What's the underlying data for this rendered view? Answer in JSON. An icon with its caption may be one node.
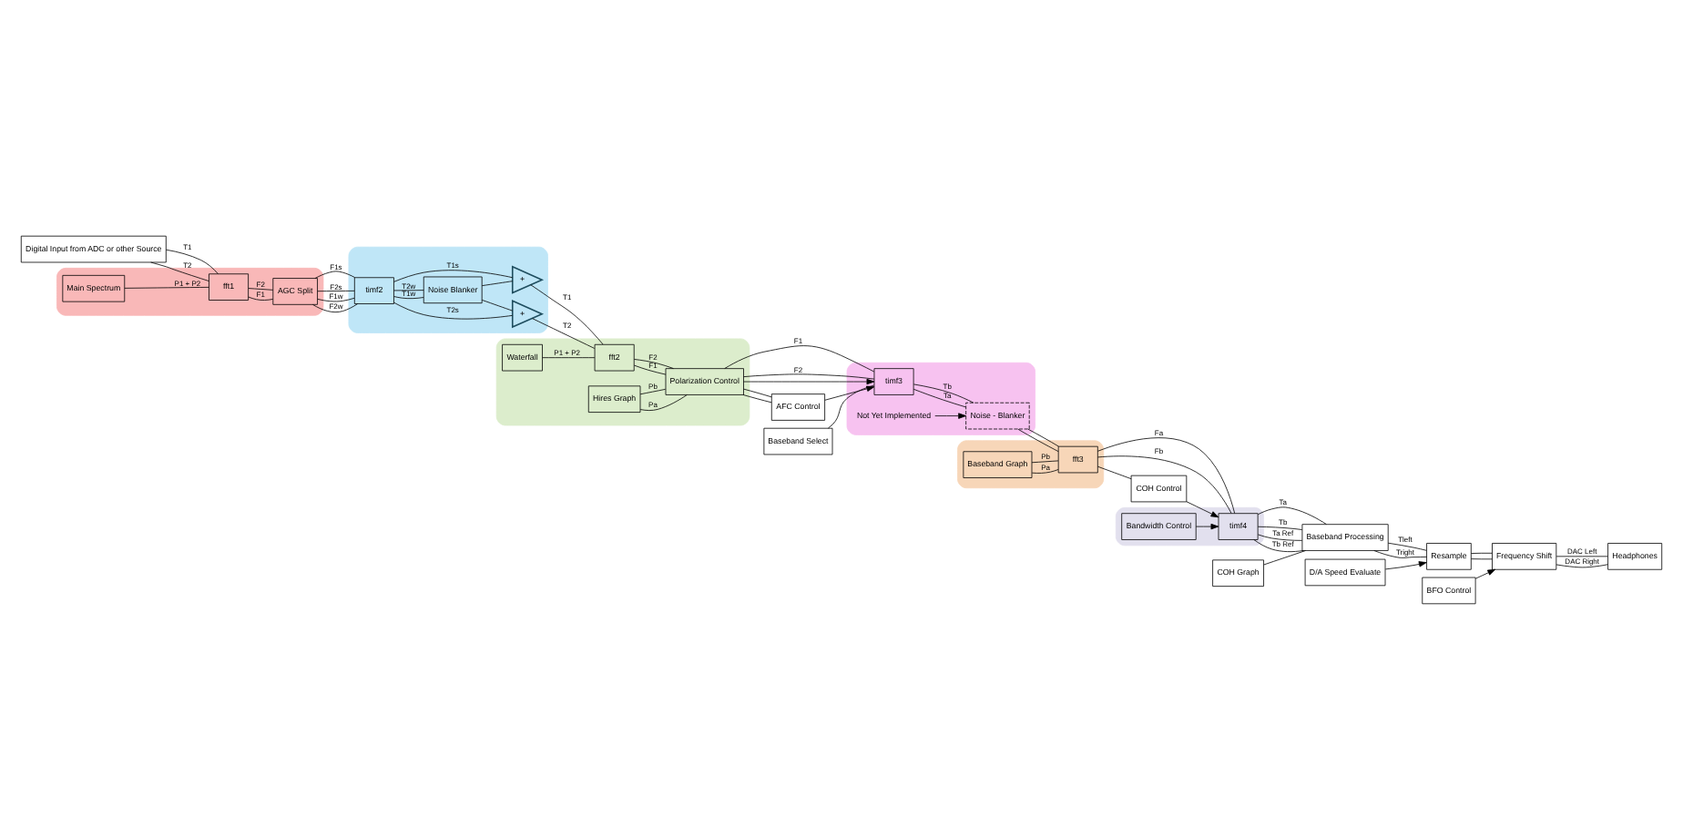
{
  "diagram": {
    "nodes": [
      {
        "text": [
          "Digital Input from ADC or other Source"
        ]
      },
      {
        "text": [],
        "shape": "band"
      },
      {
        "text": [
          "Main Spectrum"
        ],
        "in": 1
      },
      {
        "text": [
          "fft1"
        ],
        "in": 1
      },
      {
        "text": [
          "AGC Split"
        ],
        "in": 1
      },
      {
        "text": [],
        "shape": "band"
      },
      {
        "text": [
          "timf2"
        ],
        "in": 5
      },
      {
        "text": [
          "Noise Blanker"
        ],
        "in": 5
      },
      {
        "text": [
          "+"
        ],
        "in": 5
      },
      {
        "text": [
          "+"
        ],
        "in": 5
      },
      {
        "text": [],
        "shape": "band"
      },
      {
        "text": [
          "Waterfall"
        ],
        "in": 10
      },
      {
        "text": [
          "Hires Graph"
        ],
        "in": 10
      },
      {
        "text": [
          "fft2"
        ],
        "in": 10
      },
      {
        "text": [
          "Polarization Control"
        ],
        "in": 10
      },
      {
        "text": [
          "Baseband Select"
        ]
      },
      {
        "text": [],
        "shape": "band"
      },
      {
        "text": [
          "timf3"
        ],
        "in": 16
      },
      {
        "text": [
          "Noise - Blanker"
        ],
        "in": 16
      },
      {
        "text": [
          "Not Yet Implemented"
        ],
        "in": 16
      },
      {
        "text": [
          "AFC Control"
        ]
      },
      {
        "text": [],
        "shape": "band"
      },
      {
        "text": [
          "Baseband Graph"
        ],
        "in": 21
      },
      {
        "text": [
          "fft3"
        ],
        "in": 21
      },
      {
        "text": [],
        "shape": "band"
      },
      {
        "text": [
          "Bandwidth Control"
        ],
        "in": 24
      },
      {
        "text": [
          "timf4"
        ],
        "in": 24
      },
      {
        "text": [
          "COH Control"
        ]
      },
      {
        "text": [
          "COH Graph"
        ]
      },
      {
        "text": [
          "Baseband Processing"
        ]
      },
      {
        "text": [
          "D/A Speed Evaluate"
        ]
      },
      {
        "text": [
          "Resample"
        ]
      },
      {
        "text": [
          "BFO Control"
        ]
      },
      {
        "text": [
          "Frequency Shift"
        ]
      },
      {
        "text": [
          "Headphones"
        ]
      }
    ],
    "edges": [
      {
        "from": 0,
        "to": 3,
        "arrow": "none",
        "label": "T1"
      },
      {
        "from": 0,
        "to": 3,
        "arrow": "none",
        "label": "T2"
      },
      {
        "from": 2,
        "to": 3,
        "arrow": "none",
        "label": "P1 + P2"
      },
      {
        "from": 3,
        "to": 4,
        "arrow": "none",
        "label": "F1"
      },
      {
        "from": 3,
        "to": 4,
        "arrow": "none",
        "label": "F2"
      },
      {
        "from": 4,
        "to": 6,
        "arrow": "none",
        "label": "F1s"
      },
      {
        "from": 4,
        "to": 6,
        "arrow": "none",
        "label": "F2s"
      },
      {
        "from": 4,
        "to": 6,
        "arrow": "none",
        "label": "F1w"
      },
      {
        "from": 4,
        "to": 6,
        "arrow": "none",
        "label": "F2w"
      },
      {
        "from": 6,
        "to": 8,
        "arrow": "none",
        "label": "T1s"
      },
      {
        "from": 6,
        "to": 9,
        "arrow": "none",
        "label": "T2s"
      },
      {
        "from": 6,
        "to": 7,
        "arrow": "none",
        "label": "T1w"
      },
      {
        "from": 6,
        "to": 7,
        "arrow": "none",
        "label": "T2w"
      },
      {
        "from": 7,
        "to": 8,
        "arrow": "none"
      },
      {
        "from": 7,
        "to": 9,
        "arrow": "none"
      },
      {
        "from": 8,
        "to": 13,
        "arrow": "none",
        "label": "T1"
      },
      {
        "from": 9,
        "to": 13,
        "arrow": "none",
        "label": "T2"
      },
      {
        "from": 11,
        "to": 13,
        "arrow": "none",
        "label": "P1 + P2"
      },
      {
        "from": 13,
        "to": 14,
        "arrow": "none",
        "label": "F1"
      },
      {
        "from": 13,
        "to": 14,
        "arrow": "none",
        "label": "F2"
      },
      {
        "from": 12,
        "to": 14,
        "arrow": "none",
        "label": "Pa"
      },
      {
        "from": 12,
        "to": 14,
        "arrow": "none",
        "label": "Pb"
      },
      {
        "from": 14,
        "to": 17,
        "arrow": "none",
        "label": "F1"
      },
      {
        "from": 14,
        "to": 17,
        "arrow": "none",
        "label": "F2"
      },
      {
        "from": 14,
        "to": 17,
        "arrow": "to"
      },
      {
        "from": 14,
        "to": 20,
        "arrow": "none"
      },
      {
        "from": 14,
        "to": 20,
        "arrow": "none"
      },
      {
        "from": 20,
        "to": 17,
        "arrow": "to"
      },
      {
        "from": 15,
        "to": 17,
        "arrow": "none"
      },
      {
        "from": 17,
        "to": 18,
        "arrow": "none",
        "label": "Ta"
      },
      {
        "from": 17,
        "to": 18,
        "arrow": "none",
        "label": "Tb"
      },
      {
        "from": 19,
        "to": 18,
        "arrow": "to"
      },
      {
        "from": 18,
        "to": 23,
        "arrow": "none"
      },
      {
        "from": 18,
        "to": 23,
        "arrow": "none"
      },
      {
        "from": 22,
        "to": 23,
        "arrow": "none",
        "label": "Pa"
      },
      {
        "from": 22,
        "to": 23,
        "arrow": "none",
        "label": "Pb"
      },
      {
        "from": 23,
        "to": 26,
        "arrow": "none",
        "label": "Fa"
      },
      {
        "from": 23,
        "to": 26,
        "arrow": "none",
        "label": "Fb"
      },
      {
        "from": 23,
        "to": 27,
        "arrow": "none"
      },
      {
        "from": 25,
        "to": 26,
        "arrow": "to"
      },
      {
        "from": 27,
        "to": 26,
        "arrow": "to"
      },
      {
        "from": 26,
        "to": 29,
        "arrow": "none",
        "label": "Ta"
      },
      {
        "from": 26,
        "to": 29,
        "arrow": "none",
        "label": "Tb"
      },
      {
        "from": 26,
        "to": 29,
        "arrow": "none",
        "label": "Ta Ref"
      },
      {
        "from": 26,
        "to": 29,
        "arrow": "none",
        "label": "Tb Ref"
      },
      {
        "from": 28,
        "to": 29,
        "arrow": "none"
      },
      {
        "from": 29,
        "to": 31,
        "arrow": "none",
        "label": "Tleft"
      },
      {
        "from": 29,
        "to": 31,
        "arrow": "none",
        "label": "Tright"
      },
      {
        "from": 30,
        "to": 31,
        "arrow": "to"
      },
      {
        "from": 31,
        "to": 33,
        "arrow": "none"
      },
      {
        "from": 31,
        "to": 33,
        "arrow": "none"
      },
      {
        "from": 32,
        "to": 33,
        "arrow": "to"
      },
      {
        "from": 33,
        "to": 34,
        "arrow": "none",
        "label": "DAC Left"
      },
      {
        "from": 33,
        "to": 34,
        "arrow": "none",
        "label": "DAC Right"
      }
    ]
  }
}
